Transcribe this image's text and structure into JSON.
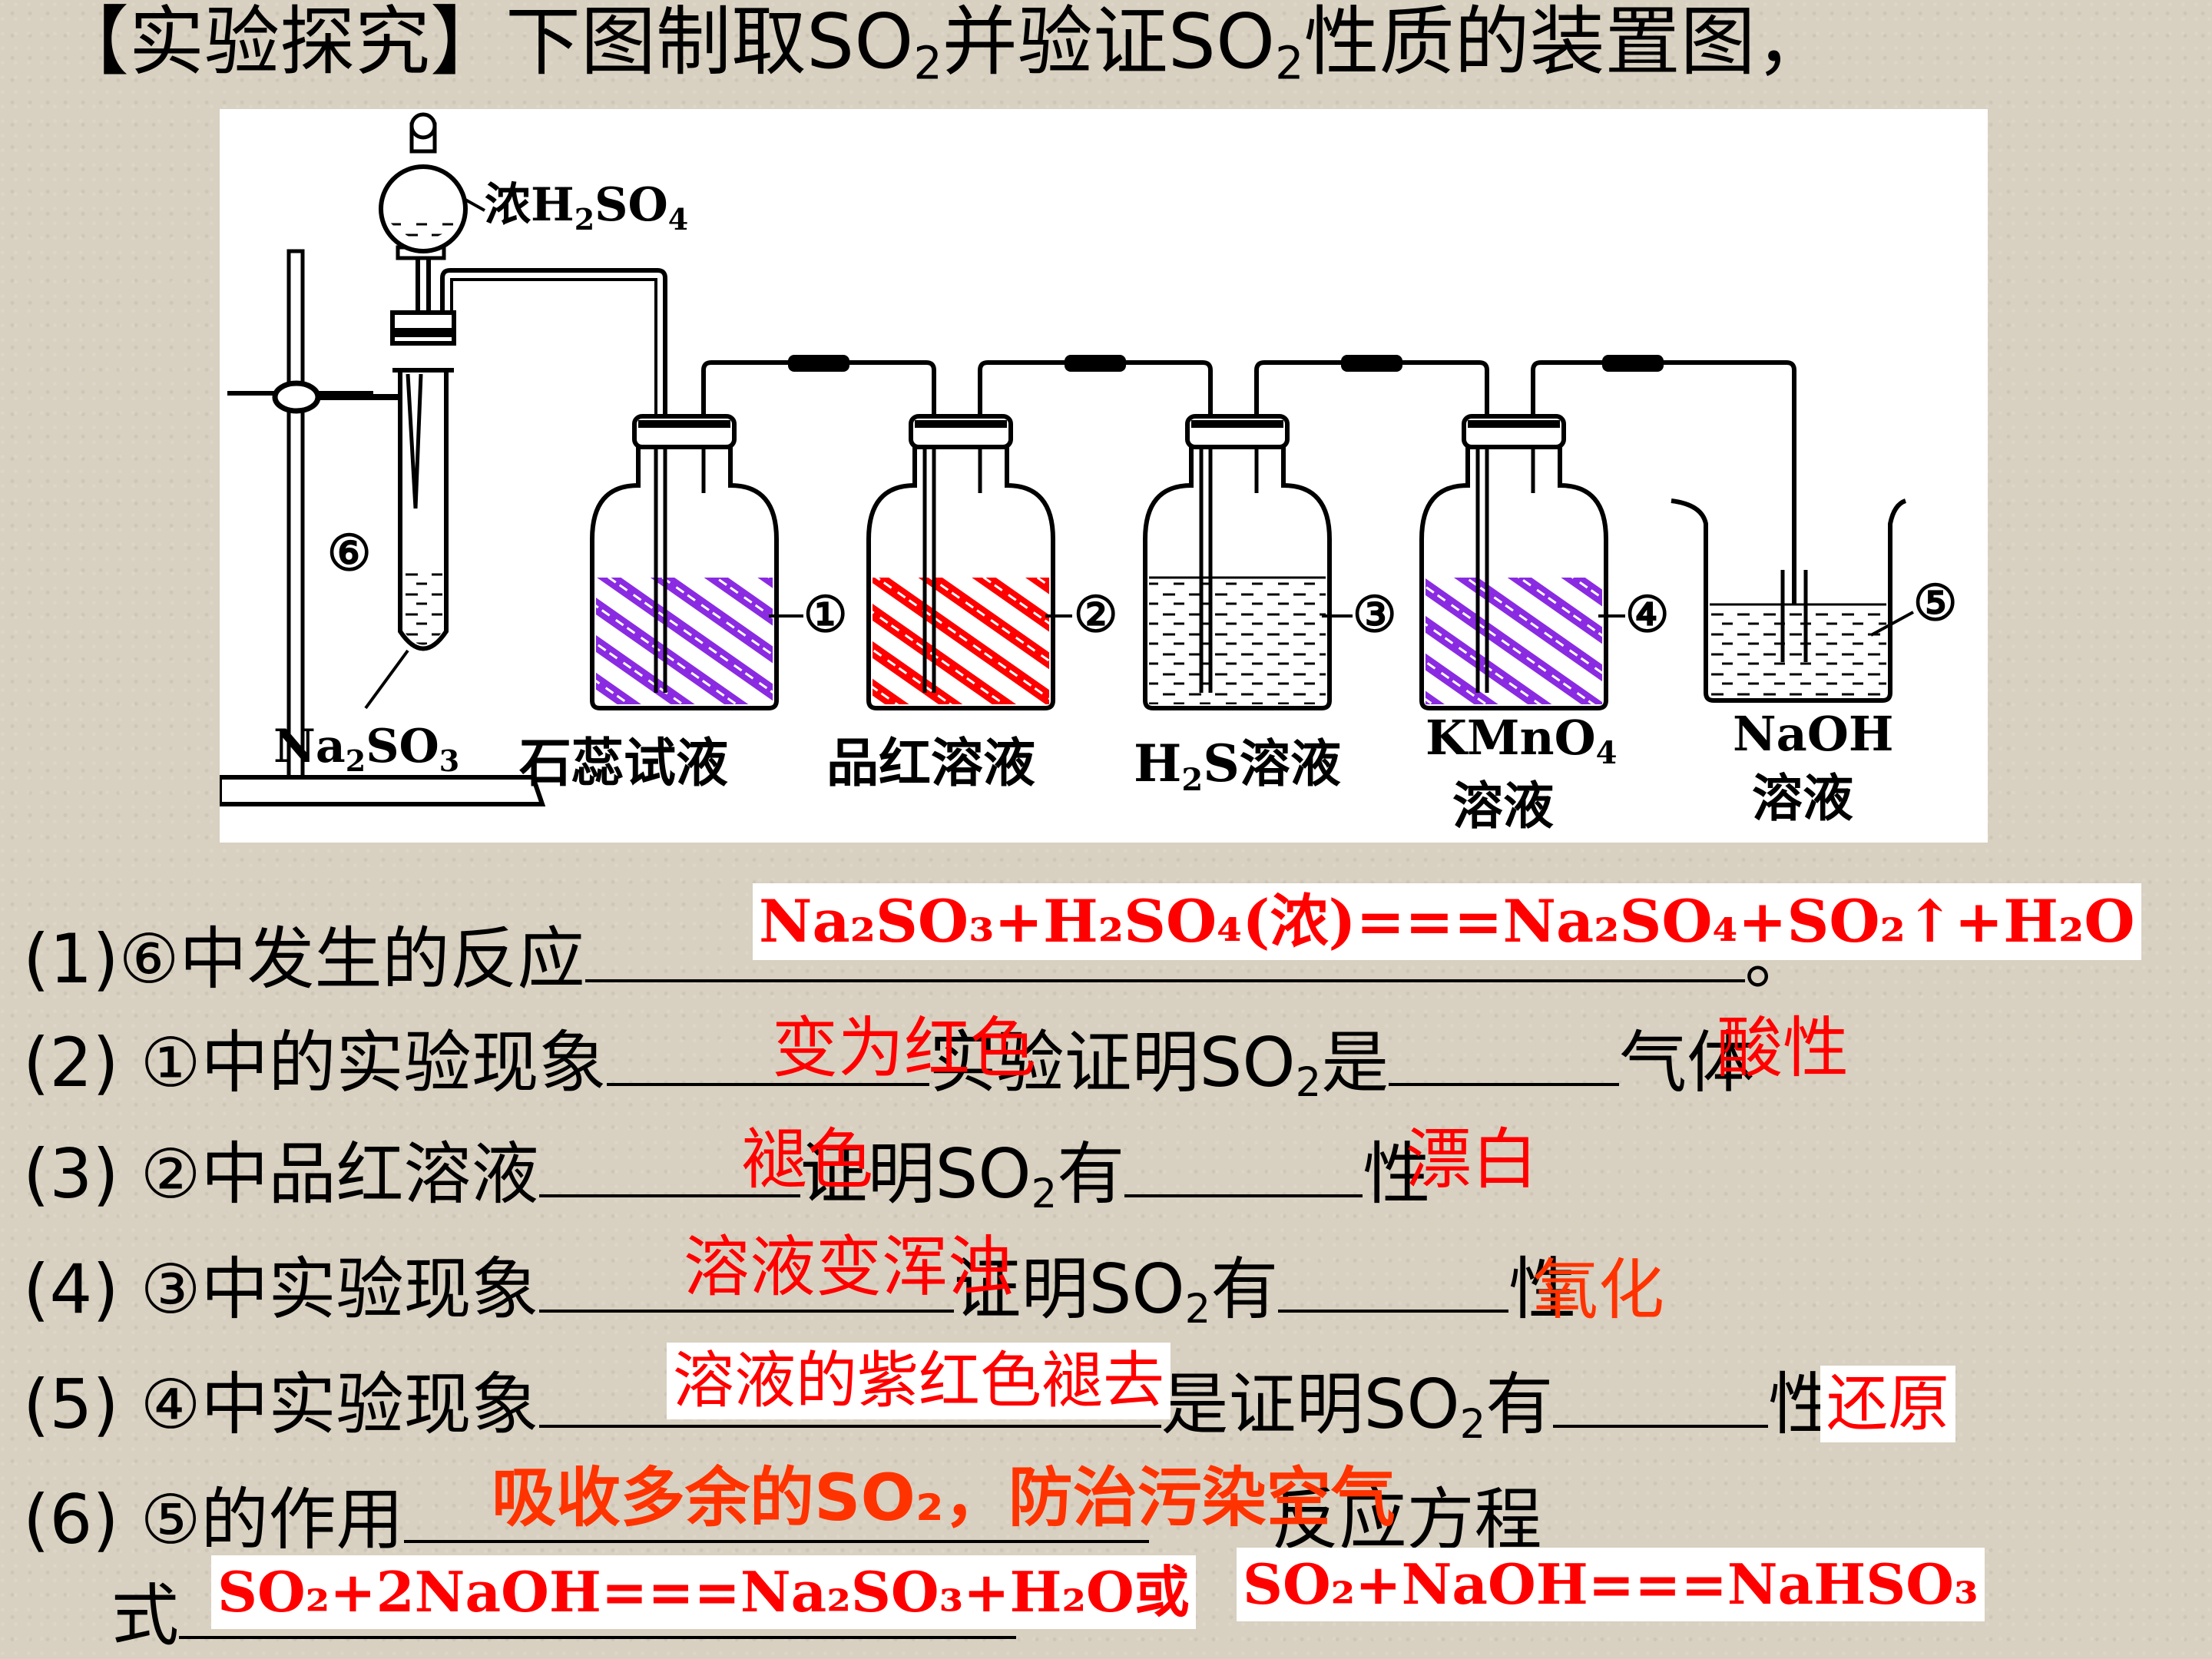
{
  "title": {
    "prefix": "【实验探究】下图制取",
    "so": "SO",
    "sub": "2",
    "mid": "并验证",
    "so2": "SO",
    "sub2": "2",
    "suffix": "性质的装置图，"
  },
  "apparatus": {
    "funnel_label": "浓H",
    "funnel_label_sub": "2",
    "funnel_label_rest": "SO",
    "funnel_label_sub2": "4",
    "circle6": "⑥",
    "tube_label": "Na",
    "tube_label_sub": "2",
    "tube_label_rest": "SO",
    "tube_label_sub2": "3",
    "circles": [
      "①",
      "②",
      "③",
      "④",
      "⑤"
    ],
    "bottle1": "石蕊试液",
    "bottle2": "品红溶液",
    "bottle3_a": "H",
    "bottle3_sub": "2",
    "bottle3_b": "S溶液",
    "bottle4_a": "KMnO",
    "bottle4_sub": "4",
    "bottle4_b": "溶液",
    "beaker_a": "NaOH",
    "beaker_b": "溶液",
    "colors": {
      "purple": "#8a2be2",
      "red": "#ff0000"
    }
  },
  "questions": {
    "q1": {
      "text": "(1)⑥中发生的反应",
      "end": "。"
    },
    "q2": {
      "text": "(2) ①中的实验现象",
      "mid": "实验证明SO",
      "sub": "2",
      "mid2": "是",
      "end": "气体"
    },
    "q3": {
      "text": "(3) ②中品红溶液",
      "mid": "证明SO",
      "sub": "2",
      "mid2": "有",
      "end": "性"
    },
    "q4": {
      "text": "(4) ③中实验现象",
      "mid": "证明SO",
      "sub": "2",
      "mid2": "有",
      "end": "性"
    },
    "q5": {
      "text": "(5) ④中实验现象",
      "mid": "是证明SO",
      "sub": "2",
      "mid2": "有",
      "end": "性。"
    },
    "q6": {
      "text": "(6) ⑤的作用",
      "end": "反应方程"
    },
    "q6b": {
      "text": "式"
    }
  },
  "answers": {
    "a1": "Na₂SO₃+H₂SO₄(浓)===Na₂SO₄+SO₂↑+H₂O",
    "a2a": "变为红色",
    "a2b": "酸性",
    "a3a": "褪色",
    "a3b": "漂白",
    "a4a": "溶液变浑浊",
    "a4b": "氧化",
    "a5a": "溶液的紫红色褪去",
    "a5b": "还原",
    "a6a": "吸收多余的SO₂，防治污染空气",
    "a6b": "SO₂+2NaOH===Na₂SO₃+H₂O或",
    "a6c": "SO₂+NaOH===NaHSO₃"
  }
}
